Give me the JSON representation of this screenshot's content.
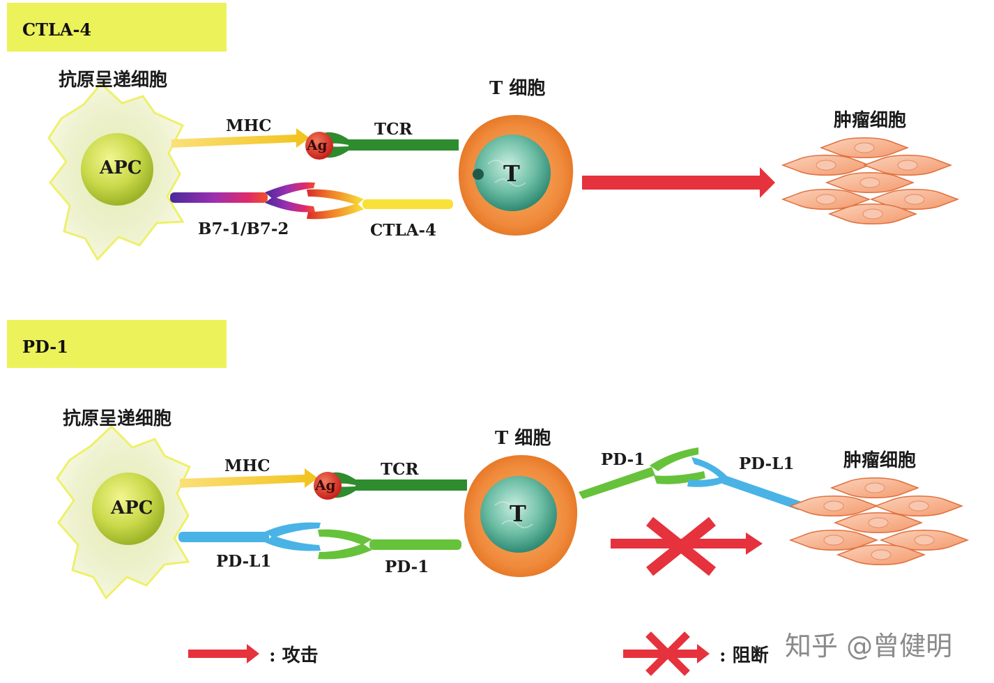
{
  "panels": {
    "ctla4": {
      "tag": "CTLA-4",
      "apc_title": "抗原呈递细胞",
      "apc_label": "APC",
      "mhc": "MHC",
      "ag": "Ag",
      "tcr": "TCR",
      "t_title": "T 细胞",
      "t_label": "T",
      "tumor_title": "肿瘤细胞",
      "ligand": "B7-1/B7-2",
      "receptor": "CTLA-4"
    },
    "pd1": {
      "tag": "PD-1",
      "apc_title": "抗原呈递细胞",
      "apc_label": "APC",
      "mhc": "MHC",
      "ag": "Ag",
      "tcr": "TCR",
      "t_title": "T 细胞",
      "t_label": "T",
      "tumor_title": "肿瘤细胞",
      "ligand": "PD-L1",
      "receptor": "PD-1",
      "t_receptor": "PD-1",
      "tumor_ligand": "PD-L1"
    }
  },
  "legend": {
    "attack": ": 攻击",
    "block": ": 阻断"
  },
  "watermark": "知乎 @曾健明",
  "colors": {
    "tag_bg": "#ecf25a",
    "attack_arrow": "#e5323d",
    "tcr": "#2e8b2e",
    "ag": "#d7261e",
    "pd1": "#66c23a",
    "pdl1": "#4ab3e6",
    "tumor": "#f4a37b",
    "t_cell_outer": "#f08a3c",
    "t_cell_nucleus": "#4fa58a"
  }
}
